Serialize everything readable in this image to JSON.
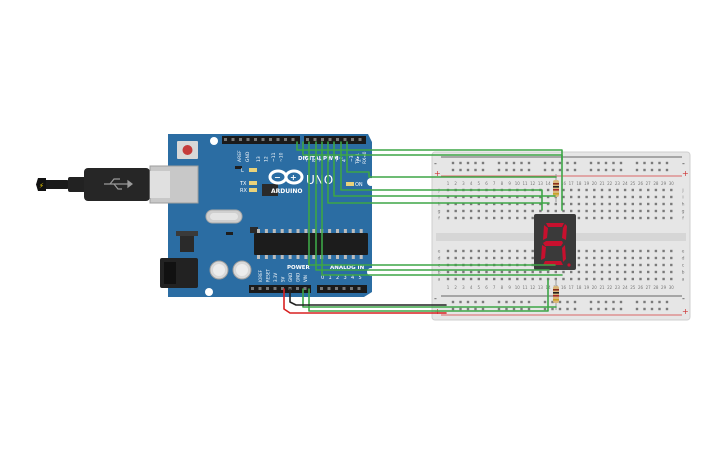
{
  "arduino": {
    "brand": "ARDUINO",
    "model": "UNO",
    "digital_label": "DIGITAL",
    "pwm_label": "PWM~",
    "power_label": "POWER",
    "analog_label": "ANALOG IN",
    "on_label": "ON",
    "led_l": "L",
    "led_tx": "TX",
    "led_rx": "RX",
    "aref_label": "AREF",
    "gnd_label": "GND",
    "tx_pin_label": "TX▸1",
    "rx_pin_label": "RX◄0",
    "digital_pins": [
      "13",
      "12",
      "~11",
      "~10",
      "~9",
      "8",
      "7",
      "~6",
      "~5",
      "4",
      "~3",
      "2"
    ],
    "power_pins": [
      "IOREF",
      "RESET",
      "3.3V",
      "5V",
      "GND",
      "GND",
      "VIN"
    ],
    "analog_pins": [
      "0",
      "1",
      "2",
      "3",
      "4",
      "5"
    ]
  },
  "breadboard": {
    "top_letters": [
      "j",
      "i",
      "h",
      "g",
      "f"
    ],
    "bottom_letters": [
      "e",
      "d",
      "c",
      "b",
      "a"
    ],
    "columns": [
      "1",
      "2",
      "3",
      "4",
      "5",
      "6",
      "7",
      "8",
      "9",
      "10",
      "11",
      "12",
      "13",
      "14",
      "15",
      "16",
      "17",
      "18",
      "19",
      "20",
      "21",
      "22",
      "23",
      "24",
      "25",
      "26",
      "27",
      "28",
      "29",
      "30"
    ],
    "plus": "+",
    "minus": "-"
  },
  "display": {
    "digit": "8"
  },
  "colors": {
    "board": "#2b6da3",
    "wire_green": "#3da646",
    "wire_red": "#d82020",
    "wire_black": "#222222",
    "segment": "#c8102e"
  }
}
